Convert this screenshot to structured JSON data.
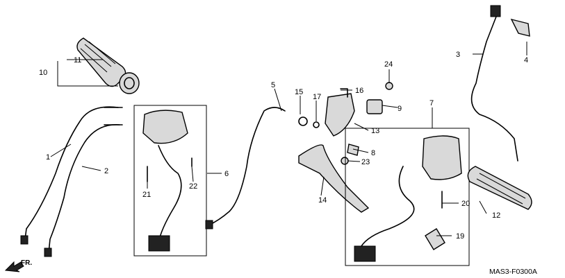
{
  "callouts": [
    "1",
    "2",
    "3",
    "4",
    "5",
    "6",
    "7",
    "8",
    "9",
    "10",
    "11",
    "12",
    "13",
    "14",
    "15",
    "16",
    "17",
    "19",
    "20",
    "21",
    "22",
    "23",
    "24"
  ],
  "diagram_code": "MAS3-F0300A",
  "direction_label": "FR."
}
